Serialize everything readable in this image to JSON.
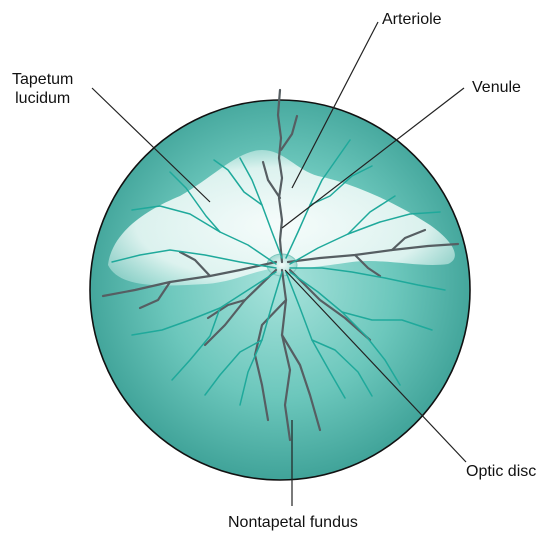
{
  "labels": {
    "tapetum": [
      "Tapetum",
      "lucidum"
    ],
    "arteriole": "Arteriole",
    "venule": "Venule",
    "optic_disc": "Optic disc",
    "nontapetal": "Nontapetal fundus"
  },
  "colors": {
    "fundus_outer": "#3a9e94",
    "fundus_mid": "#63c3b8",
    "tapetum": "#e6f6f3",
    "arteriole": "#1fa99b",
    "venule": "#565e62",
    "leader": "#222222",
    "outline": "#111111"
  }
}
